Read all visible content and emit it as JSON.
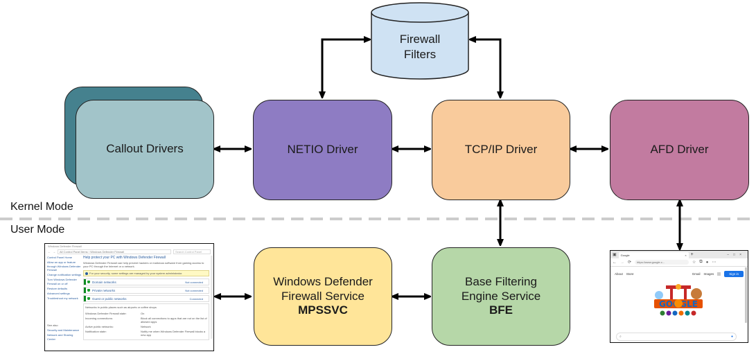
{
  "diagram": {
    "firewall_filters": {
      "line1": "Firewall",
      "line2": "Filters",
      "color": "#cfe2f3"
    },
    "callout_drivers": {
      "label": "Callout Drivers",
      "color": "#a2c4c9",
      "shadow_color": "#45818e"
    },
    "netio_driver": {
      "label": "NETIO Driver",
      "color": "#8e7cc3"
    },
    "tcpip_driver": {
      "label": "TCP/IP Driver",
      "color": "#f9cb9c"
    },
    "afd_driver": {
      "label": "AFD Driver",
      "color": "#c27ba0"
    },
    "mpssvc": {
      "line1": "Windows Defender",
      "line2": "Firewall Service",
      "line3": "MPSSVC",
      "color": "#ffe599"
    },
    "bfe": {
      "line1": "Base Filtering",
      "line2": "Engine Service",
      "line3": "BFE",
      "color": "#b6d7a8"
    },
    "kernel_mode_label": "Kernel Mode",
    "user_mode_label": "User Mode",
    "divider_color": "#cccccc",
    "connections": [
      {
        "from": "callout_drivers",
        "to": "netio_driver",
        "type": "bidirectional"
      },
      {
        "from": "netio_driver",
        "to": "tcpip_driver",
        "type": "bidirectional"
      },
      {
        "from": "tcpip_driver",
        "to": "afd_driver",
        "type": "bidirectional"
      },
      {
        "from": "netio_driver",
        "to": "firewall_filters",
        "type": "bidirectional"
      },
      {
        "from": "tcpip_driver",
        "to": "firewall_filters",
        "type": "bidirectional"
      },
      {
        "from": "tcpip_driver",
        "to": "bfe",
        "type": "bidirectional"
      },
      {
        "from": "mpssvc",
        "to": "bfe",
        "type": "bidirectional"
      },
      {
        "from": "firewall_ui",
        "to": "mpssvc",
        "type": "bidirectional"
      },
      {
        "from": "afd_driver",
        "to": "browser",
        "type": "bidirectional"
      }
    ]
  },
  "firewall_ui": {
    "title": "Windows Defender Firewall",
    "breadcrumb": "All Control Panel Items › Windows Defender Firewall",
    "search_placeholder": "Search Control Panel",
    "sidebar": [
      "Control Panel Home",
      "Allow an app or feature through Windows Defender Firewall",
      "Change notification settings",
      "Turn Windows Defender Firewall on or off",
      "Restore defaults",
      "Advanced settings",
      "Troubleshoot my network"
    ],
    "see_also": [
      "See also",
      "Security and Maintenance",
      "Network and Sharing Center"
    ],
    "heading": "Help protect your PC with Windows Defender Firewall",
    "description": "Windows Defender Firewall can help prevent hackers or malicious software from gaining access to your PC through the Internet or a network.",
    "warning": "For your security, some settings are managed by your system administrator.",
    "networks": [
      {
        "name": "Domain networks",
        "status": "Not connected"
      },
      {
        "name": "Private networks",
        "status": "Not connected"
      },
      {
        "name": "Guest or public networks",
        "status": "Connected"
      }
    ],
    "public_desc": "Networks in public places such as airports or coffee shops",
    "details": [
      {
        "key": "Windows Defender Firewall state:",
        "value": "On"
      },
      {
        "key": "Incoming connections:",
        "value": "Block all connections to apps that are not on the list of allowed apps"
      },
      {
        "key": "Active public networks:",
        "value": "Network"
      },
      {
        "key": "Notification state:",
        "value": "Notify me when Windows Defender Firewall blocks a new app"
      }
    ]
  },
  "browser": {
    "tab_title": "Google",
    "url": "https://www.google.c...",
    "links": [
      "About",
      "Store",
      "Gmail",
      "Images"
    ],
    "signin_label": "Sign in",
    "doodle_text": "GOOGLE"
  }
}
